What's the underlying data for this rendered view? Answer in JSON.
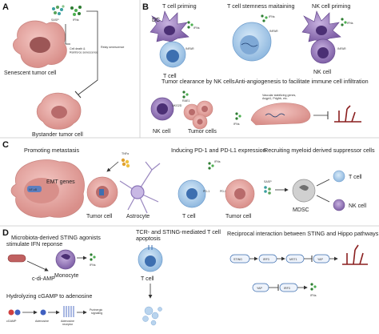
{
  "panels": {
    "a": {
      "letter": "A",
      "senescent": "Senescent tumor cell",
      "bystander": "Bystander tumor cell",
      "sasp": "SASP",
      "ifns": "IFNs",
      "cell_death": "Cell death &\nReinforce senescence",
      "relay": "Relay senescence"
    },
    "b": {
      "letter": "B",
      "t_priming": "T cell  priming",
      "dc": "DC",
      "t_cell": "T cell",
      "ifns": "IFNs",
      "infar": "INFAR",
      "stemness": "T cell stemness maitaining",
      "nk_priming": "NK cell priming",
      "nk_cell": "NK cell",
      "clearance": "Tumor clearance by NK cells",
      "nkg2d": "NKG2D",
      "rae1": "RAE1",
      "tumor_cells": "Tumor cells",
      "anti_angio": "Anti-angiogenesis to facilitate immune cell infiltration",
      "vascular": "Vascular stabilizing genes,\nAngpt1, Pdgfrb, etc."
    },
    "c": {
      "letter": "C",
      "metastasis": "Promoting metastasis",
      "emt": "EMT genes",
      "nfkb": "NF-κB",
      "tnfa": "TNFα",
      "tumor_cell": "Tumor cell",
      "astrocyte": "Astrocyte",
      "pd1_title": "Inducing  PD-1 and PD-L1 expression",
      "ifns": "IFNs",
      "pd1": "PD-1",
      "pdl1": "PD-L1",
      "t_cell": "T cell",
      "tumor_cell2": "Tumor cell",
      "mdsc_title": "Recruiting myeloid derived suppressor cells",
      "sasp": "SASP",
      "mdsc": "MDSC",
      "t_cell2": "T cell",
      "nk_cell": "NK cell"
    },
    "d": {
      "letter": "D",
      "microbiota": "Microbiota-derived STING agonists\nstimulate IFN reponse",
      "cdiamp": "c-di-AMP",
      "monocyte": "Monocyte",
      "ifns": "IFNs",
      "tcr_title": "TCR- and STING-mediated T cell\napoptosis",
      "t_cell": "T cell",
      "hippo_title": "Reciprocal interaction between STING and Hippo pathways",
      "sting": "STING",
      "irf3": "IRF3",
      "mst1": "MST1",
      "yap": "YAP",
      "yap2": "YAP",
      "irf3_2": "IRF3",
      "ifns2": "IFNs",
      "cgamp_title": "Hydrolyzing cGAMP to adenosine",
      "cgamp": "cGAMP",
      "adenosine": "Adenosine",
      "adenosine_receptor": "Adenosine\nreceptor",
      "purinergic": "Purinergic\nsignaling"
    }
  },
  "colors": {
    "tumor_pink": "#e6a7a4",
    "tumor_nucleus": "#b86b6b",
    "dc_purple": "#7b57a6",
    "tcell_blue": "#a8c8e8",
    "tcell_nucleus": "#3d6fb0",
    "nk_purple": "#8a6fa8",
    "ifn_green": "#5aa35a",
    "ifn_teal": "#3aa0a0",
    "vessel_red": "#8a1f1f",
    "panel_line": "#bdbdbd"
  }
}
